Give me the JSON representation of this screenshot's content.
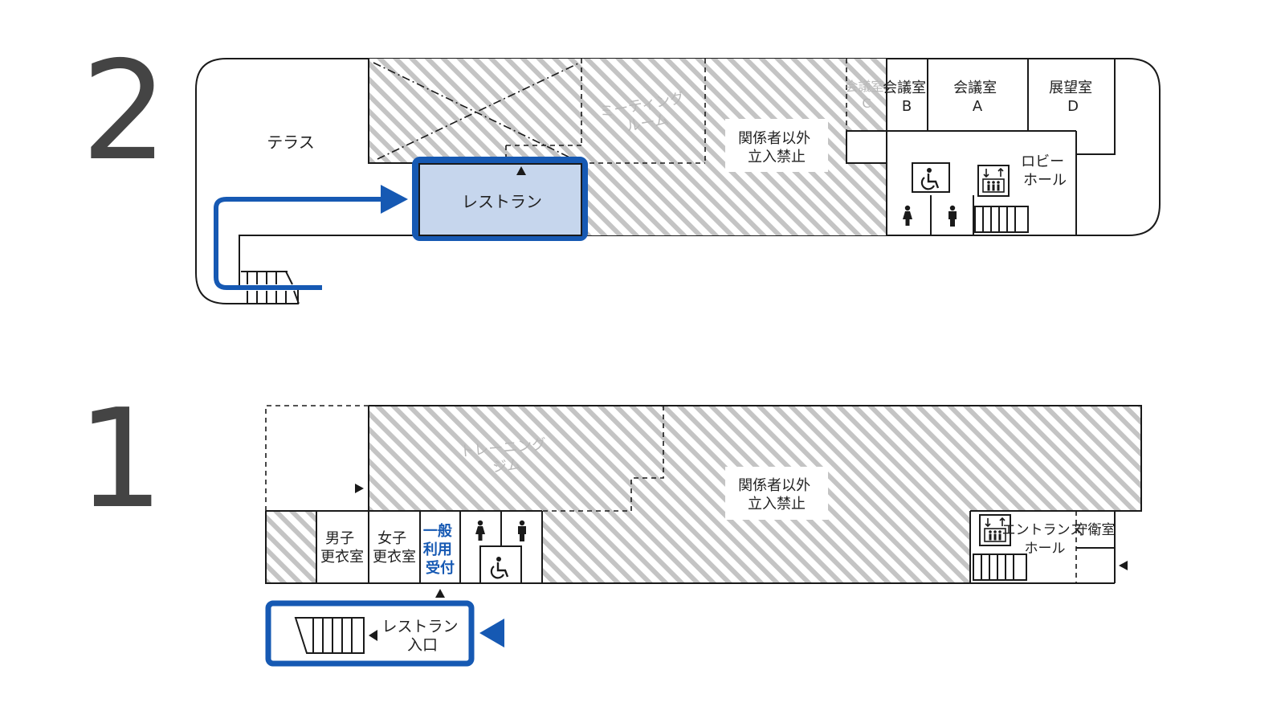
{
  "colors": {
    "line": "#1a1a1a",
    "hatch_stroke": "#c4c4c4",
    "route_blue": "#1659b3",
    "restaurant_fill": "#c6d6ed",
    "floor_number": "#444444"
  },
  "floors": {
    "second": {
      "number": "2",
      "rooms": {
        "terrace": "テラス",
        "meeting_room": [
          "ミーティング",
          "ルーム"
        ],
        "restricted": [
          "関係者以外",
          "立入禁止"
        ],
        "conf_c": [
          "会議室",
          "C"
        ],
        "conf_b": [
          "会議室",
          "B"
        ],
        "conf_a": [
          "会議室",
          "A"
        ],
        "observation_d": [
          "展望室",
          "D"
        ],
        "lobby": [
          "ロビー",
          "ホール"
        ],
        "restaurant": "レストラン"
      },
      "icons": [
        "wheelchair-icon",
        "elevator-icon",
        "female-restroom-icon",
        "male-restroom-icon",
        "stairs-icon"
      ]
    },
    "first": {
      "number": "1",
      "rooms": {
        "training_gym": [
          "トレーニング",
          "ジム"
        ],
        "restricted": [
          "関係者以外",
          "立入禁止"
        ],
        "mens_locker": [
          "男子",
          "更衣室"
        ],
        "womens_locker": [
          "女子",
          "更衣室"
        ],
        "general_reception": [
          "一般",
          "利用",
          "受付"
        ],
        "entrance_hall": [
          "エントランス",
          "ホール"
        ],
        "guard_room": "守衛室",
        "restaurant_entrance": [
          "レストラン",
          "入口"
        ]
      },
      "icons": [
        "wheelchair-icon",
        "elevator-icon",
        "female-restroom-icon",
        "male-restroom-icon",
        "stairs-icon"
      ]
    }
  }
}
